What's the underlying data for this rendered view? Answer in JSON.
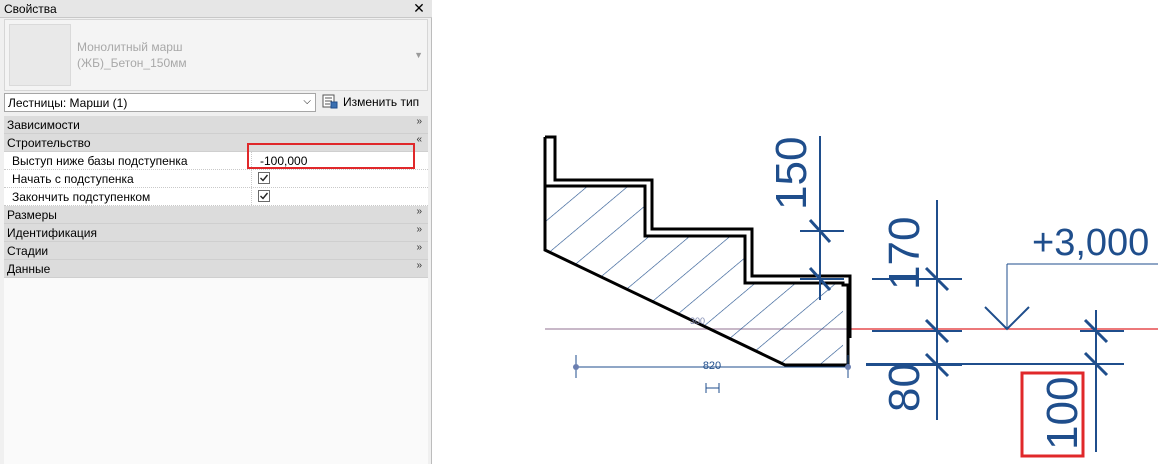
{
  "panel": {
    "title": "Свойства",
    "close_glyph": "✕",
    "type_name_line1": "Монолитный марш",
    "type_name_line2": "(ЖБ)_Бетон_150мм",
    "type_drop_glyph": "▼",
    "selector": "Лестницы: Марши (1)",
    "selector_arrow": "⌵",
    "edit_type_label": "Изменить тип"
  },
  "groups": [
    {
      "label": "Зависимости",
      "chevron": "»"
    },
    {
      "label": "Строительство",
      "chevron": "«"
    },
    {
      "label": "Размеры",
      "chevron": "»"
    },
    {
      "label": "Идентификация",
      "chevron": "»"
    },
    {
      "label": "Стадии",
      "chevron": "»"
    },
    {
      "label": "Данные",
      "chevron": "»"
    }
  ],
  "properties": [
    {
      "name": "Выступ ниже базы подступенка",
      "value": "-100,000"
    },
    {
      "name": "Начать с подступенка",
      "checked": true
    },
    {
      "name": "Закончить подступенком",
      "checked": true
    }
  ],
  "drawing": {
    "dim_riser_top": "150",
    "dim_riser_mid": "170",
    "dim_overhang": "80",
    "dim_offset": "100",
    "elevation": "+3,000",
    "width_dim": "820",
    "faint_label": "300",
    "colors": {
      "dim": "#1f4e8c",
      "level": "#e0282a",
      "highlight": "#e0282a"
    }
  }
}
